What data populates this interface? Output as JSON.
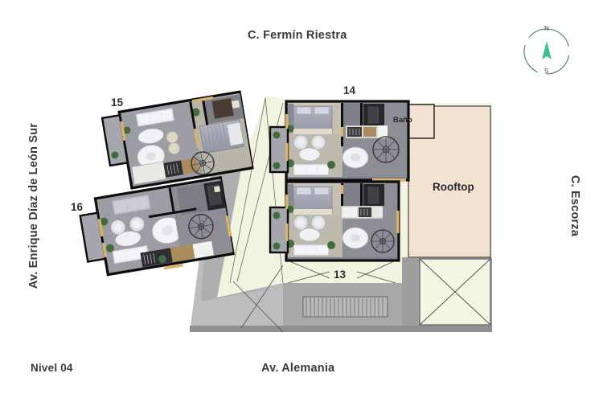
{
  "plan": {
    "level_label": "Nivel 04",
    "streets": {
      "top": "C. Fermín Riestra",
      "bottom": "Av. Alemania",
      "left": "Av. Enrique Díaz de León Sur",
      "right": "C. Escorza"
    },
    "compass": {
      "north": "N",
      "south": "S",
      "needle_color": "#3dbd99",
      "ring_color": "#4a7a66"
    },
    "units": [
      {
        "id": "15",
        "label": "15",
        "side": "left",
        "position": "upper"
      },
      {
        "id": "16",
        "label": "16",
        "side": "left",
        "position": "lower"
      },
      {
        "id": "14",
        "label": "14",
        "side": "right",
        "position": "upper"
      },
      {
        "id": "13",
        "label": "13",
        "side": "right",
        "position": "lower"
      }
    ],
    "rooms": [
      {
        "name": "Rooftop",
        "label": "Rooftop",
        "fill": "#f4e3d2"
      },
      {
        "name": "Baño",
        "label": "Baño",
        "fill": "#f4e3d2"
      }
    ],
    "colors": {
      "wall": "#111111",
      "floor_gray": "#8d8e95",
      "floor_light": "#b9bac0",
      "courtyard": "#f2f4df",
      "void_fill": "#f4f6e4",
      "pavement": "#a9a9aa",
      "pavement_light": "#c9c9c9",
      "rooftop": "#f4e3d2",
      "door_wood": "#d9b36a",
      "plant_green": "#3f6d3d",
      "text": "#2e2e30",
      "background": "#ffffff"
    }
  }
}
